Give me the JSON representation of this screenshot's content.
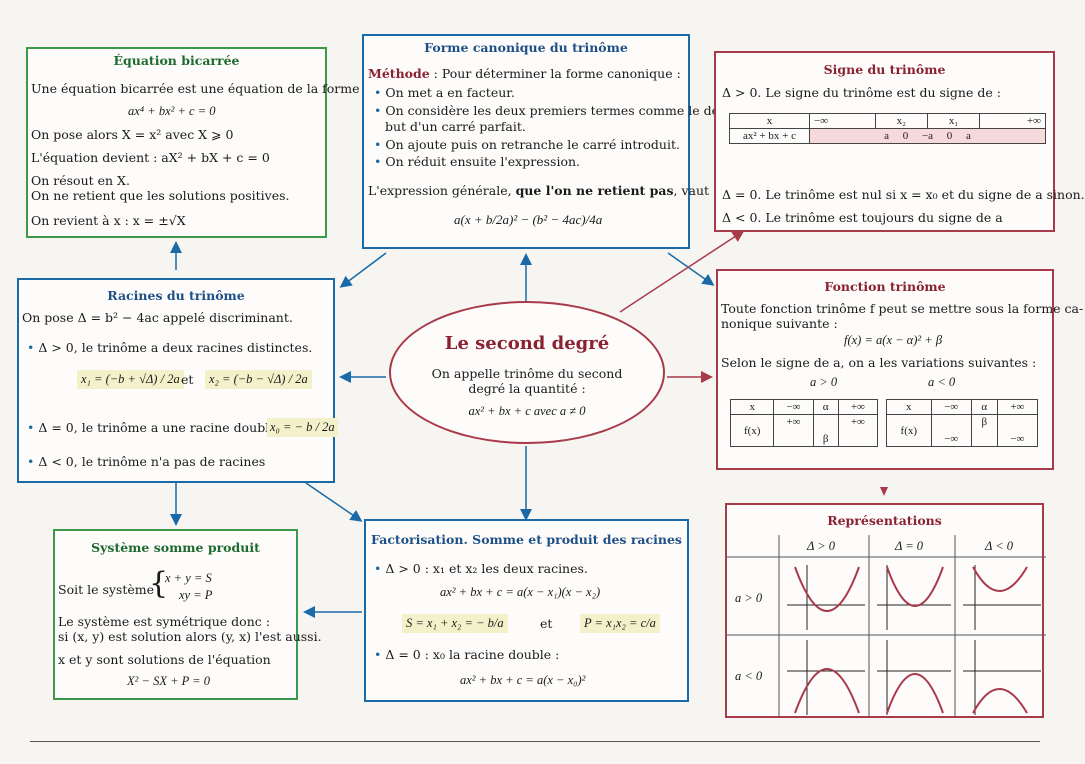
{
  "eq_bicarree": {
    "title": "Équation bicarrée",
    "l1": "Une équation bicarrée est une équation de la forme :",
    "l2": "ax⁴ + bx² + c = 0",
    "l3": "On pose alors  X = x²  avec  X ⩾ 0",
    "l4": "L'équation devient :  aX² + bX + c = 0",
    "l5": "On résout en X.",
    "l6": "On ne retient que les solutions positives.",
    "l7": "On revient à x :  x = ±√X"
  },
  "forme_canonique": {
    "title": "Forme canonique du trinôme",
    "methode_label": "Méthode",
    "methode_text": " : Pour déterminer la forme canonique :",
    "b1": "On met a en facteur.",
    "b2a": "On considère les deux premiers termes comme le dé-",
    "b2b": "but d'un carré parfait.",
    "b3": "On ajoute puis on retranche le carré introduit.",
    "b4": "On réduit ensuite l'expression.",
    "expr_a": "L'expression générale, ",
    "expr_b": "que l'on ne retient pas",
    "expr_c": ", vaut :",
    "formula": "a(x + b/2a)² − (b² − 4ac)/4a"
  },
  "signe": {
    "title": "Signe du trinôme",
    "l1": "Δ > 0.  Le signe du trinôme est du signe de :",
    "row1": [
      "x",
      "−∞",
      "x₂",
      "x₁",
      "+∞"
    ],
    "row2_label": "ax² + bx + c",
    "row2_signs": [
      "a",
      "0",
      "−a",
      "0",
      "a"
    ],
    "l2": "Δ = 0.  Le trinôme est nul si x = x₀ et du signe de a sinon.",
    "l3": "Δ < 0.  Le trinôme est toujours du signe de a"
  },
  "racines": {
    "title": "Racines du trinôme",
    "l1": "On pose  Δ = b² − 4ac  appelé discriminant.",
    "l2": "Δ > 0,  le trinôme a deux racines distinctes.",
    "x1": "x₁ = (−b + √Δ) / 2a",
    "et": "et",
    "x2": "x₂ = (−b − √Δ) / 2a",
    "l3": "Δ = 0,  le trinôme a une racine double",
    "x0": "x₀ = − b / 2a",
    "l4": "Δ < 0,  le trinôme n'a pas de racines"
  },
  "centre": {
    "title": "Le second degré",
    "l1": "On appelle trinôme du second",
    "l2": "degré la quantité :",
    "l3": "ax² + bx + c   avec  a ≠ 0"
  },
  "fonction": {
    "title": "Fonction trinôme",
    "l1": "Toute fonction trinôme  f  peut se mettre sous la forme ca-",
    "l2": "nonique suivante :",
    "l3": "f(x) = a(x − α)² + β",
    "l4": "Selon le signe de a, on a les variations suivantes :",
    "apos": "a > 0",
    "aneg": "a < 0",
    "t_x": [
      "x",
      "−∞",
      "α",
      "+∞"
    ],
    "t_f": "f(x)",
    "t_pos": [
      "+∞",
      "β",
      "+∞"
    ],
    "t_neg": [
      "−∞",
      "β",
      "−∞"
    ]
  },
  "systeme": {
    "title": "Système somme produit",
    "l1": "Soit le système",
    "s1": "x + y = S",
    "s2": "xy = P",
    "l2": "Le système est symétrique donc :",
    "l3": "si (x, y) est solution alors (y, x) l'est aussi.",
    "l4": "x et y sont solutions de l'équation",
    "l5": "X² − SX + P = 0"
  },
  "factorisation": {
    "title": "Factorisation. Somme et produit des racines",
    "l1": "Δ > 0 :  x₁  et  x₂  les deux racines.",
    "l2": "ax² + bx + c = a(x − x₁)(x − x₂)",
    "s": "S = x₁ + x₂ = − b/a",
    "et": "et",
    "p": "P = x₁x₂ = c/a",
    "l3": "Δ = 0 :  x₀  la racine double :",
    "l4": "ax² + bx + c = a(x − x₀)²"
  },
  "representations": {
    "title": "Représentations",
    "cols": [
      "Δ > 0",
      "Δ = 0",
      "Δ < 0"
    ],
    "rows": [
      "a > 0",
      "a < 0"
    ]
  },
  "colors": {
    "blue": "#1a6aa8",
    "green": "#3a9a4a",
    "red": "#a83a4a",
    "highlight": "#f2f1c9"
  }
}
